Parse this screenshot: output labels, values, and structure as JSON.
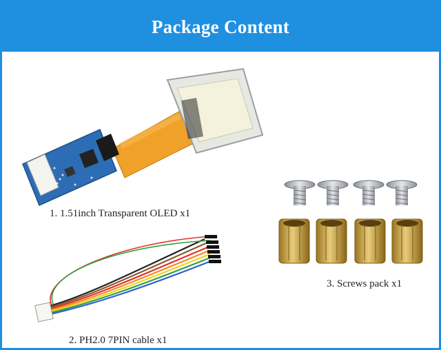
{
  "header": {
    "title": "Package Content"
  },
  "items": [
    {
      "label": "1. 1.51inch Transparent OLED x1",
      "icon": "oled-module-image"
    },
    {
      "label": "2. PH2.0 7PIN cable x1",
      "icon": "cable-image"
    },
    {
      "label": "3. Screws pack x1",
      "icon": "screws-pack-image"
    }
  ],
  "colors": {
    "accent": "#1f8fe0",
    "pcb": "#2d6db5",
    "flex_cable": "#f0a12a",
    "brass": "#c9a24a",
    "steel": "#b8bcc0"
  },
  "wire_colors": [
    "#222222",
    "#8a5a2b",
    "#e03030",
    "#f08a20",
    "#f2d020",
    "#30a040",
    "#3060d0"
  ]
}
